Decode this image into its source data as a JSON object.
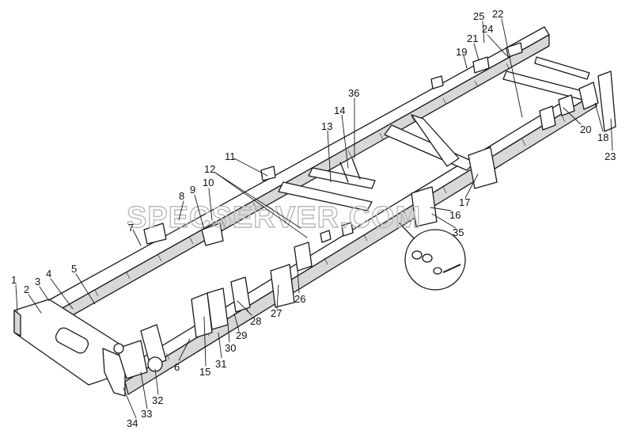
{
  "watermark": {
    "text": "SPECSERVER.COM"
  },
  "callouts": [
    {
      "id": "c1",
      "text": "1"
    },
    {
      "id": "c2",
      "text": "2"
    },
    {
      "id": "c3",
      "text": "3"
    },
    {
      "id": "c4",
      "text": "4"
    },
    {
      "id": "c5",
      "text": "5"
    },
    {
      "id": "c6",
      "text": "6"
    },
    {
      "id": "c7",
      "text": "7"
    },
    {
      "id": "c8",
      "text": "8"
    },
    {
      "id": "c9",
      "text": "9"
    },
    {
      "id": "c10",
      "text": "10"
    },
    {
      "id": "c11",
      "text": "11"
    },
    {
      "id": "c12",
      "text": "12"
    },
    {
      "id": "c13",
      "text": "13"
    },
    {
      "id": "c14",
      "text": "14"
    },
    {
      "id": "c15",
      "text": "15"
    },
    {
      "id": "c16",
      "text": "16"
    },
    {
      "id": "c17",
      "text": "17"
    },
    {
      "id": "c18",
      "text": "18"
    },
    {
      "id": "c19",
      "text": "19"
    },
    {
      "id": "c20",
      "text": "20"
    },
    {
      "id": "c21",
      "text": "21"
    },
    {
      "id": "c22",
      "text": "22"
    },
    {
      "id": "c23",
      "text": "23"
    },
    {
      "id": "c24",
      "text": "24"
    },
    {
      "id": "c25",
      "text": "25"
    },
    {
      "id": "c26",
      "text": "26"
    },
    {
      "id": "c27",
      "text": "27"
    },
    {
      "id": "c28",
      "text": "28"
    },
    {
      "id": "c29",
      "text": "29"
    },
    {
      "id": "c30",
      "text": "30"
    },
    {
      "id": "c31",
      "text": "31"
    },
    {
      "id": "c32",
      "text": "32"
    },
    {
      "id": "c33",
      "text": "33"
    },
    {
      "id": "c34",
      "text": "34"
    },
    {
      "id": "c35",
      "text": "35"
    },
    {
      "id": "c36",
      "text": "36"
    }
  ]
}
